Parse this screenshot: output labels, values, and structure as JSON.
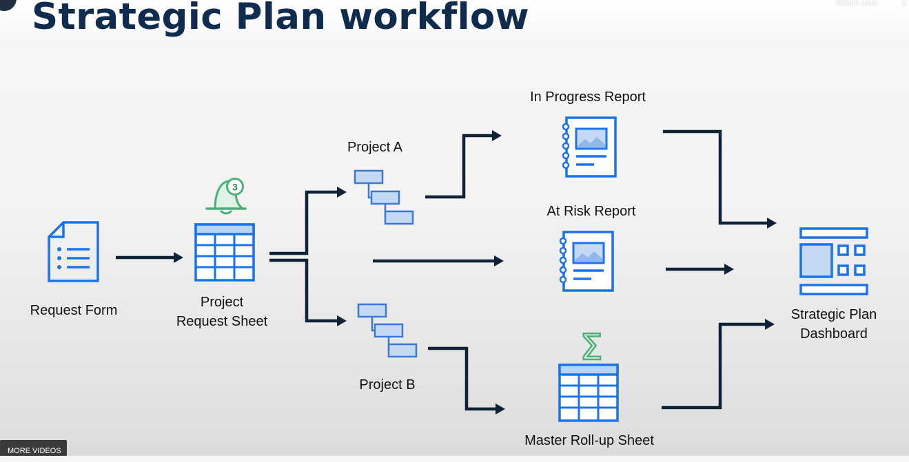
{
  "title": "Strategic Plan workflow",
  "player": {
    "watch_later": "Watch later",
    "share": "S",
    "more_videos": "MORE VIDEOS"
  },
  "nodes": {
    "request_form": "Request Form",
    "project_request_sheet": [
      "Project",
      "Request Sheet"
    ],
    "project_a": "Project A",
    "project_b": "Project B",
    "in_progress_report": "In Progress Report",
    "at_risk_report": "At Risk Report",
    "master_rollup": "Master Roll-up Sheet",
    "dashboard": [
      "Strategic Plan",
      "Dashboard"
    ]
  },
  "badges": {
    "notification_count": "3",
    "sum_symbol": "Σ"
  },
  "colors": {
    "title": "#0f2b4e",
    "icon_blue": "#1a73e8",
    "icon_fill": "#c5d9f5",
    "arrow": "#0f2236",
    "bell_green": "#4caf7a"
  }
}
